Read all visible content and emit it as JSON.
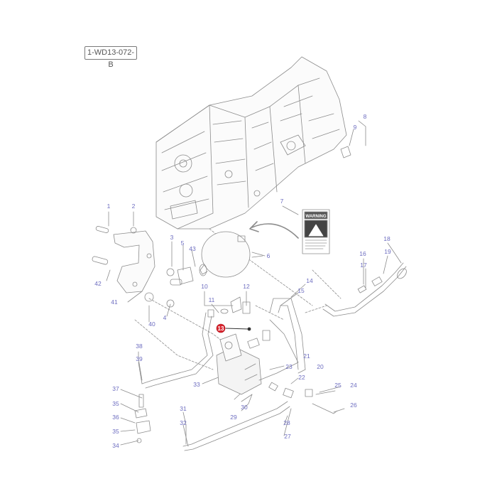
{
  "diagram": {
    "ref_code": "1-WD13-072-B",
    "highlighted_part": "13",
    "warning_label": "WARNING",
    "colors": {
      "line": "#8c8c8c",
      "label": "#6d6dc0",
      "highlight": "#d9232d"
    }
  },
  "callouts": [
    {
      "id": "1",
      "label": "1"
    },
    {
      "id": "2",
      "label": "2"
    },
    {
      "id": "3",
      "label": "3"
    },
    {
      "id": "4",
      "label": "4"
    },
    {
      "id": "5",
      "label": "5"
    },
    {
      "id": "6",
      "label": "6"
    },
    {
      "id": "7",
      "label": "7"
    },
    {
      "id": "8",
      "label": "8"
    },
    {
      "id": "9",
      "label": "9"
    },
    {
      "id": "10",
      "label": "10"
    },
    {
      "id": "11",
      "label": "11"
    },
    {
      "id": "12",
      "label": "12"
    },
    {
      "id": "14",
      "label": "14"
    },
    {
      "id": "15",
      "label": "15"
    },
    {
      "id": "16",
      "label": "16"
    },
    {
      "id": "17",
      "label": "17"
    },
    {
      "id": "18",
      "label": "18"
    },
    {
      "id": "19",
      "label": "19"
    },
    {
      "id": "20",
      "label": "20"
    },
    {
      "id": "21",
      "label": "21"
    },
    {
      "id": "22",
      "label": "22"
    },
    {
      "id": "23",
      "label": "23"
    },
    {
      "id": "24",
      "label": "24"
    },
    {
      "id": "25",
      "label": "25"
    },
    {
      "id": "26",
      "label": "26"
    },
    {
      "id": "27",
      "label": "27"
    },
    {
      "id": "28",
      "label": "28"
    },
    {
      "id": "29",
      "label": "29"
    },
    {
      "id": "30",
      "label": "30"
    },
    {
      "id": "31",
      "label": "31"
    },
    {
      "id": "32",
      "label": "32"
    },
    {
      "id": "33",
      "label": "33"
    },
    {
      "id": "34",
      "label": "34"
    },
    {
      "id": "35a",
      "label": "35"
    },
    {
      "id": "35b",
      "label": "35"
    },
    {
      "id": "36",
      "label": "36"
    },
    {
      "id": "37",
      "label": "37"
    },
    {
      "id": "38",
      "label": "38"
    },
    {
      "id": "39",
      "label": "39"
    },
    {
      "id": "40",
      "label": "40"
    },
    {
      "id": "41",
      "label": "41"
    },
    {
      "id": "42",
      "label": "42"
    },
    {
      "id": "43",
      "label": "43"
    }
  ]
}
